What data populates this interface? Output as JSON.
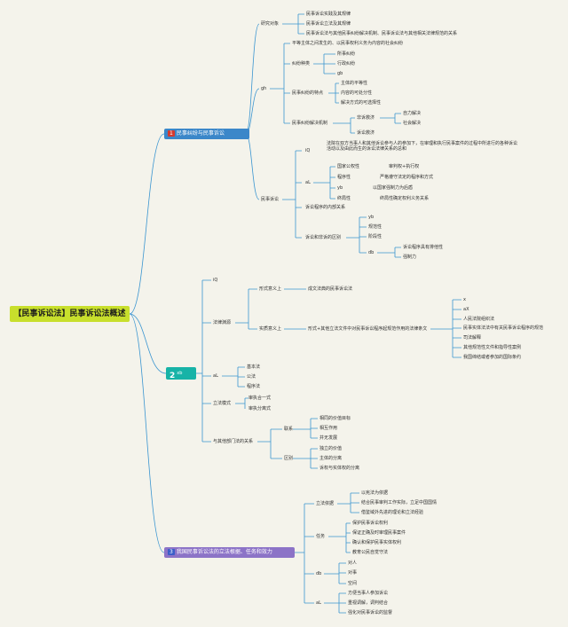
{
  "root": {
    "label": "【民事诉讼法】民事诉讼法概述"
  },
  "branch1": {
    "num": "1",
    "label": "民事纠纷与民事诉讼",
    "research_object": {
      "label": "研究对象",
      "items": [
        "民事诉讼实践及其规律",
        "民事诉讼立法及其规律",
        "民事诉讼法与其他民事纠纷解决机制、民事诉讼法与其他相关法律规范的关系"
      ]
    },
    "gh": {
      "label": "gh",
      "intro": "平等主体之间发生的、以民事权利义务为内容的社会纠纷",
      "types": {
        "label": "纠纷种类",
        "items": [
          "所事纠纷",
          "行政纠纷",
          "gb"
        ]
      },
      "features": {
        "label": "民事纠纷的特点",
        "items": [
          "主体的平等性",
          "内容的可处分性",
          "解决方式的可选择性"
        ]
      },
      "mechanism": {
        "label": "民事纠纷解决机制",
        "litigation_outside": {
          "label": "非诉救济",
          "items": [
            "自力解决",
            "社会解决"
          ]
        },
        "litigation": "诉讼救济"
      }
    },
    "civil_litigation": {
      "label": "民事诉讼",
      "iq": {
        "label": "iQ",
        "text": "法院在双方当事人和其他诉讼参与人的参加下，在审理和执行民事案件的过程中所进行的各种诉讼活动以及由此而生的诉讼法律关系的总和"
      },
      "aL": {
        "label": "aL",
        "items": [
          {
            "label": "国家公权性",
            "note": "审判权+执行权"
          },
          {
            "label": "程序性",
            "note": "严格遵守法定的程序和方式"
          },
          {
            "label": "yb",
            "note": "以国家强制力为后盾"
          },
          {
            "label": "终局性",
            "note": "终局性确定权利义务关系"
          }
        ]
      },
      "stages": "诉讼程序的内部关系",
      "diff": {
        "label": "诉讼和非诉的区别",
        "items": [
          "yb",
          "规范性",
          "阶段性"
        ],
        "db": {
          "label": "db",
          "items": [
            "诉讼程序具有排他性",
            "强制力"
          ]
        }
      }
    }
  },
  "branch2": {
    "num": "2",
    "sub": "xb",
    "iq": "iQ",
    "sources": {
      "label": "法律渊源",
      "formal": {
        "label": "形式意义上",
        "text": "成文法典的民事诉讼法"
      },
      "substantial": {
        "label": "实质意义上",
        "text": "形式+其他立法文件中对民事诉讼程序起规范作用的法律条文",
        "items": [
          "x",
          "aX",
          "人民法院组织法",
          "民事实体法法中有关民事诉讼程序的规范",
          "司法解释",
          "其他规范性文件和指导性案例",
          "我国缔结或者参加的国际条约"
        ]
      }
    },
    "aL": {
      "label": "aL",
      "items": [
        "基本法",
        "公法",
        "程序法"
      ]
    },
    "legislation": {
      "label": "立法模式",
      "items": [
        "审执合一式",
        "审执分离式"
      ]
    },
    "relations": {
      "label": "与其他部门法的关系",
      "connection": {
        "label": "联系",
        "items": [
          "相同的价值目标",
          "相互作用",
          "并无发展"
        ]
      },
      "difference": {
        "label": "区别",
        "items": [
          "独立的价值",
          "主体的分离",
          "诉权与实体权的分离"
        ]
      }
    }
  },
  "branch3": {
    "num": "3",
    "label": "我国民事诉讼法的立法根据、任务和效力",
    "basis": {
      "label": "立法依据",
      "items": [
        "以宪法为依据",
        "结合民事审判工作实际，立足中国国情",
        "借鉴域外先进的理论和立法经验"
      ]
    },
    "tasks": {
      "label": "任务",
      "items": [
        "保护民事诉讼权利",
        "保证正确及时审理民事案件",
        "确认和保护民事实体权利",
        "教育公民自觉守法"
      ]
    },
    "db": {
      "label": "db",
      "items": [
        "对人",
        "对事",
        "空间"
      ]
    },
    "aL": {
      "label": "aL",
      "items": [
        "方便当事人参加诉讼",
        "重视调解，调判结合",
        "强化对民事诉讼的监督"
      ]
    }
  }
}
